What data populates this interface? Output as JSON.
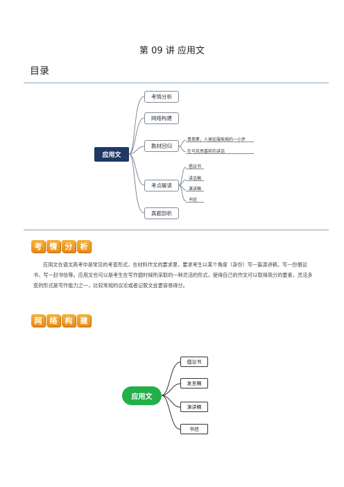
{
  "doc": {
    "title": "第 09 讲    应用文",
    "toc_heading": "目录"
  },
  "toc_map": {
    "root": "应用文",
    "branches": [
      "考情分析",
      "网络构建",
      "教材回归",
      "考点解读",
      "真题剖析"
    ],
    "jiaocai_leaves": [
      "青蒿素，人类征服疾病的一小步",
      "在马克思墓前的讲话"
    ],
    "kaodian_leaves": [
      "倡议书",
      "讲话稿",
      "演讲稿",
      "书信"
    ]
  },
  "section1": {
    "badge": [
      "考",
      "情",
      "分",
      "析"
    ],
    "paragraph": "应用文在语文高考中是常见的考查形式，在材料作文的要求里，要求考生以某个角度（身份）写一篇演讲稿，写一份倡议书，写一封书信等。应用文也可以是考生在写作题时候所采取的一种灵活的形式，使得自己的作文可以取得高分的要素，灵活多变的形式是写作能力之一，比较常规的议论或者记叙文会更容易得分。"
  },
  "section2": {
    "badge": [
      "网",
      "络",
      "构",
      "建"
    ],
    "map_root": "应用文",
    "map_nodes": [
      "倡议书",
      "发言稿",
      "演讲稿",
      "书信"
    ]
  },
  "colors": {
    "navy": "#1f3864",
    "green": "#22b04a",
    "orange": "#f0a02a",
    "rule": "#8aa2b8"
  }
}
